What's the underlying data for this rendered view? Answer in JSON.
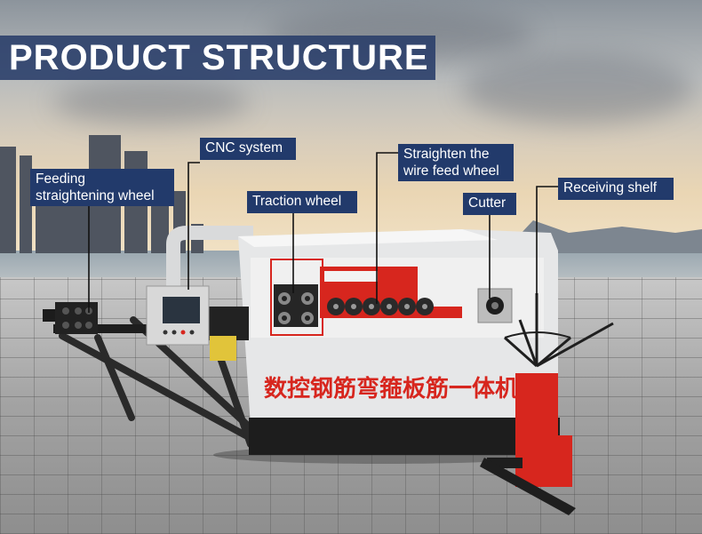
{
  "title": "PRODUCT STRUCTURE",
  "labels": {
    "feeding": [
      "Feeding",
      "straightening wheel"
    ],
    "cnc": "CNC system",
    "traction": "Traction wheel",
    "straighten": [
      "Straighten the",
      "wire feed wheel"
    ],
    "cutter": "Cutter",
    "receiving": "Receiving shelf"
  },
  "machine_text": "数控钢筋弯箍板筋一体机",
  "colors": {
    "banner": "#2c4575",
    "label_bg": "#223a6b",
    "machine_red": "#d7261e"
  }
}
